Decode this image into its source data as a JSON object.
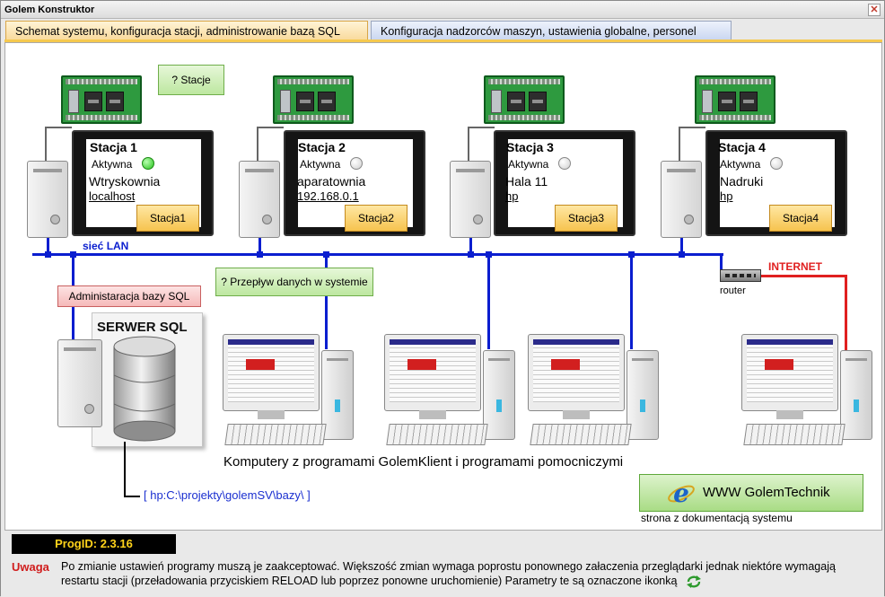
{
  "window": {
    "title": "Golem Konstruktor",
    "close_glyph": "✕"
  },
  "tabs": [
    {
      "label": "Schemat systemu, konfiguracja stacji, administrowanie bazą SQL",
      "active": true
    },
    {
      "label": "Konfiguracja nadzorców maszyn, ustawienia globalne, personel",
      "active": false
    }
  ],
  "buttons": {
    "stacje": "?  Stacje",
    "przeplyw": "? Przepływ danych w systemie",
    "admin_sql": "Administaracja bazy SQL",
    "www": "WWW GolemTechnik"
  },
  "stations": [
    {
      "title": "Stacja 1",
      "status": "Aktywna",
      "active": true,
      "location": "Wtryskownia",
      "host": "localhost",
      "button": "Stacja1"
    },
    {
      "title": "Stacja 2",
      "status": "Aktywna",
      "active": false,
      "location": "aparatownia",
      "host": "192.168.0.1",
      "button": "Stacja2"
    },
    {
      "title": "Stacja 3",
      "status": "Aktywna",
      "active": false,
      "location": "Hala 11",
      "host": "hp",
      "button": "Stacja3"
    },
    {
      "title": "Stacja 4",
      "status": "Aktywna",
      "active": false,
      "location": "Nadruki",
      "host": "hp",
      "button": "Stacja4"
    }
  ],
  "network": {
    "lan_label": "sieć LAN",
    "internet_label": "INTERNET",
    "router_label": "router",
    "lan_color": "#0a1ecf",
    "internet_color": "#e02020"
  },
  "server": {
    "label": "SERWER SQL",
    "path": "[ hp:C:\\projekty\\golemSV\\bazy\\ ]"
  },
  "clients": {
    "caption": "Komputery z programami GolemKlient i programami pomocniczymi"
  },
  "www": {
    "caption": "strona z dokumentacją systemu",
    "icon": "ie-logo-icon"
  },
  "footer": {
    "progid": "ProgID: 2.3.16",
    "uwaga": "Uwaga",
    "note": "Po zmianie ustawień programy muszą je zaakceptować. Większość zmian wymaga poprostu ponownego załaczenia przeglądarki jednak niektóre wymagają restartu stacji (przeładowania przyciskiem RELOAD lub poprzez ponowne uruchomienie) Parametry te są oznaczone ikonką",
    "reload_icon": "reload-icon"
  },
  "colors": {
    "tab_active": "#f9d99a",
    "station_button": "#f6c34e",
    "progid_text": "#ffd21a",
    "warning": "#d01d1d"
  }
}
